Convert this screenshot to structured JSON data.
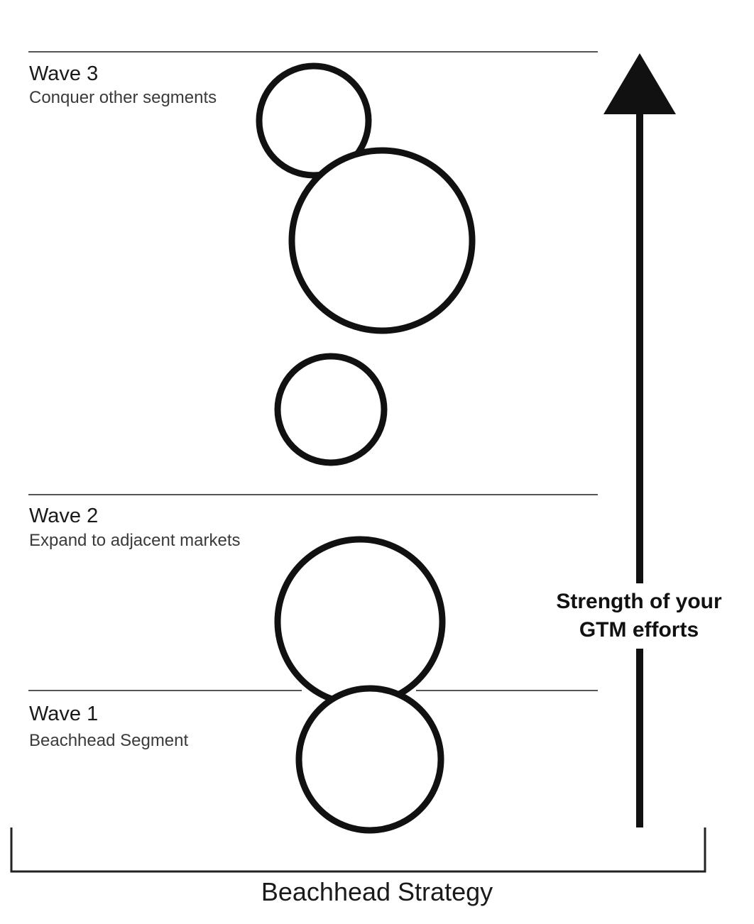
{
  "waves": [
    {
      "title": "Wave 3",
      "subtitle": "Conquer other segments"
    },
    {
      "title": "Wave 2",
      "subtitle": "Expand to adjacent markets"
    },
    {
      "title": "Wave 1",
      "subtitle": "Beachhead Segment"
    }
  ],
  "axis_label_line1": "Strength of your",
  "axis_label_line2": "GTM efforts",
  "footer_title": "Beachhead Strategy",
  "colors": {
    "ink": "#111111",
    "divider": "#555555",
    "background": "#ffffff"
  }
}
